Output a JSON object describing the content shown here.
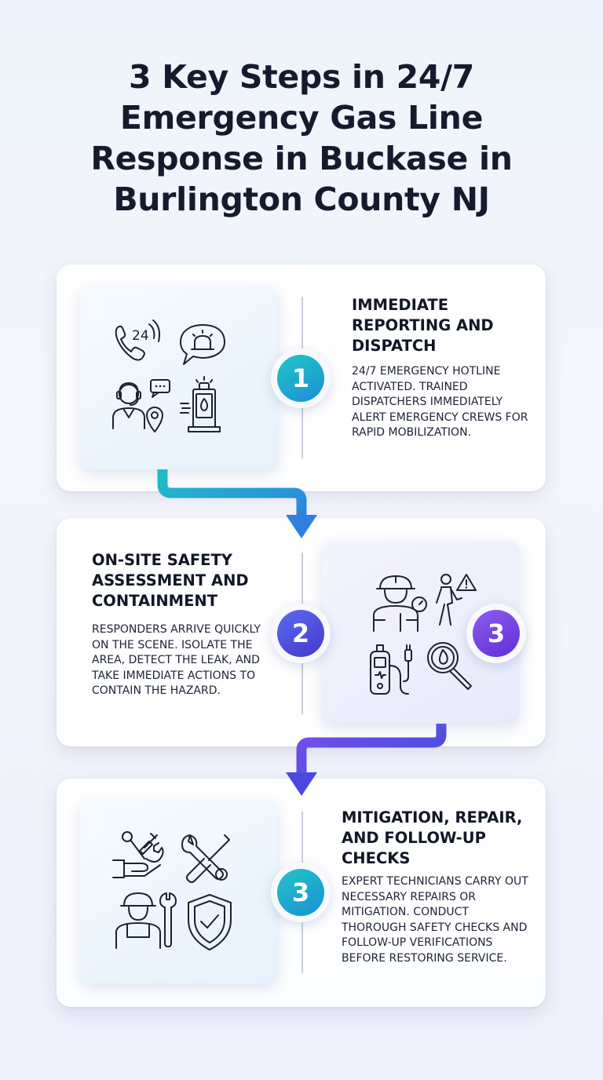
{
  "title": "3 Key Steps in 24/7 Emergency Gas Line Response in Buckase in Burlington County NJ",
  "colors": {
    "teal": "#22c6c6",
    "blue": "#1a8fd6",
    "indigo": "#4f46e5",
    "violet": "#7c4ee8"
  },
  "steps": [
    {
      "number": "1",
      "heading": "Immediate Reporting and Dispatch",
      "body": "24/7 emergency hotline activated. Trained dispatchers immediately alert emergency crews for rapid mobilization.",
      "icons": [
        "phone-24-icon",
        "alarm-bubble-icon",
        "dispatcher-headset-icon",
        "location-pin-icon",
        "gas-alarm-cabinet-icon"
      ]
    },
    {
      "number": "2",
      "heading": "On-Site Safety Assessment and Containment",
      "body": "Responders arrive quickly on the scene. Isolate the area, detect the leak, and take immediate actions to contain the hazard.",
      "extra_badge": "3",
      "icons": [
        "responder-helmet-icon",
        "warning-walker-icon",
        "gas-detector-icon",
        "magnifier-flame-icon"
      ]
    },
    {
      "number": "3",
      "heading": "Mitigation, Repair, and Follow-up Checks",
      "body": "Expert technicians carry out necessary repairs or mitigation. Conduct thorough safety checks and follow-up verifications before restoring service.",
      "icons": [
        "hand-tools-icon",
        "crossed-tools-icon",
        "technician-wrench-icon",
        "shield-check-icon"
      ]
    }
  ]
}
